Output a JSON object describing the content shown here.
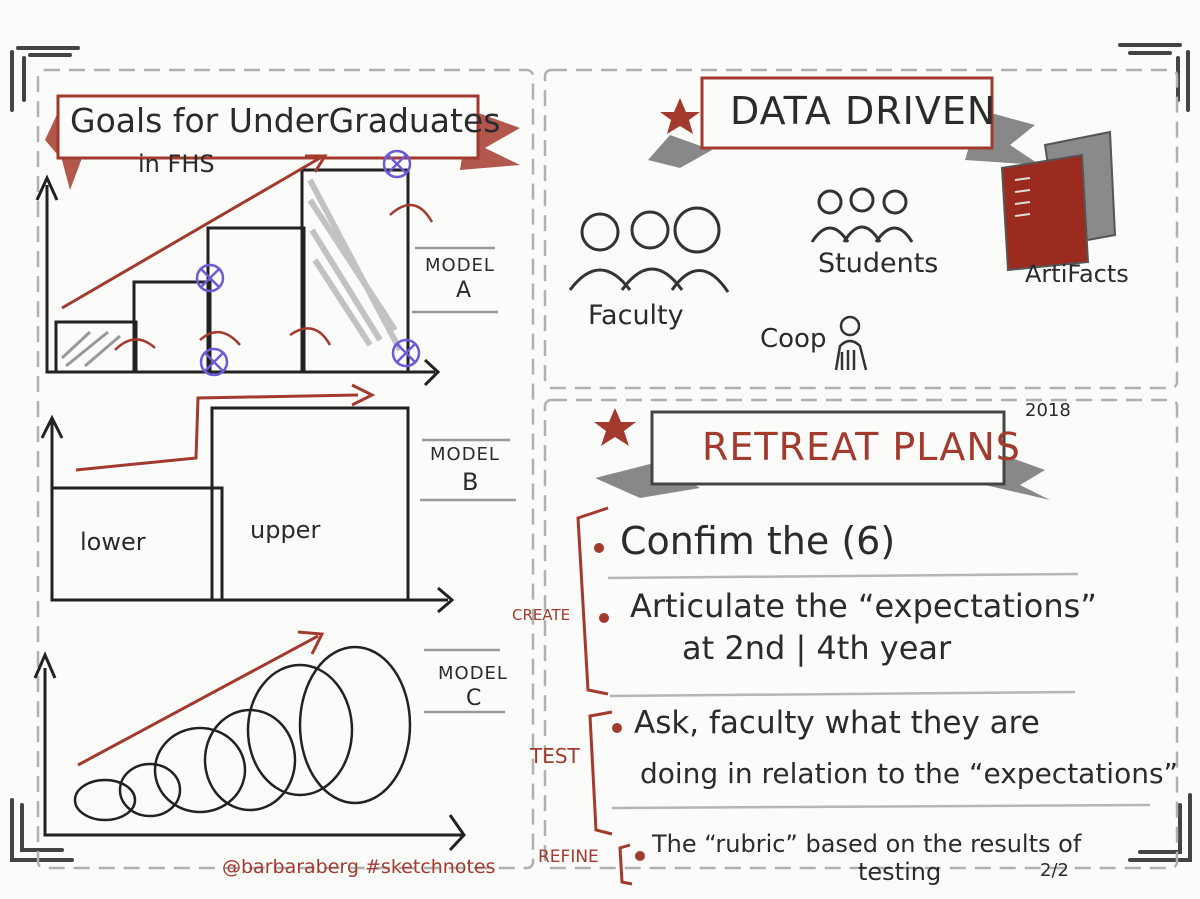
{
  "left_panel": {
    "banner_title": "Goals for UnderGraduates",
    "banner_subtitle": "in FHS",
    "model_a": {
      "label": "MODEL",
      "letter": "A"
    },
    "model_b": {
      "label": "MODEL",
      "letter": "B",
      "lower": "lower",
      "upper": "upper"
    },
    "model_c": {
      "label": "MODEL",
      "letter": "C"
    }
  },
  "data_driven": {
    "title": "DATA DRIVEN",
    "items": {
      "faculty": "Faculty",
      "students": "Students",
      "artifacts": "ArtiFacts",
      "coop": "Coop"
    }
  },
  "retreat": {
    "title": "RETREAT PLANS",
    "year": "2018",
    "create_label": "CREATE",
    "test_label": "TEST",
    "refine_label": "REFINE",
    "bullet1": "Confim the (6)",
    "bullet2_line1": "Articulate the “expectations”",
    "bullet2_line2": "at 2nd | 4th year",
    "bullet3_line1": "Ask, faculty what they are",
    "bullet3_line2": "doing in relation to the “expectations”",
    "bullet4_line1": "The “rubric” based on the results of",
    "bullet4_line2": "testing"
  },
  "footer": {
    "credit": "@barbaraberg #sketchnotes",
    "page": "2/2"
  },
  "colors": {
    "ink": "#2b2b2b",
    "red": "#a33a2e",
    "blue": "#6a5cd8",
    "gray": "#8a8a8a"
  }
}
